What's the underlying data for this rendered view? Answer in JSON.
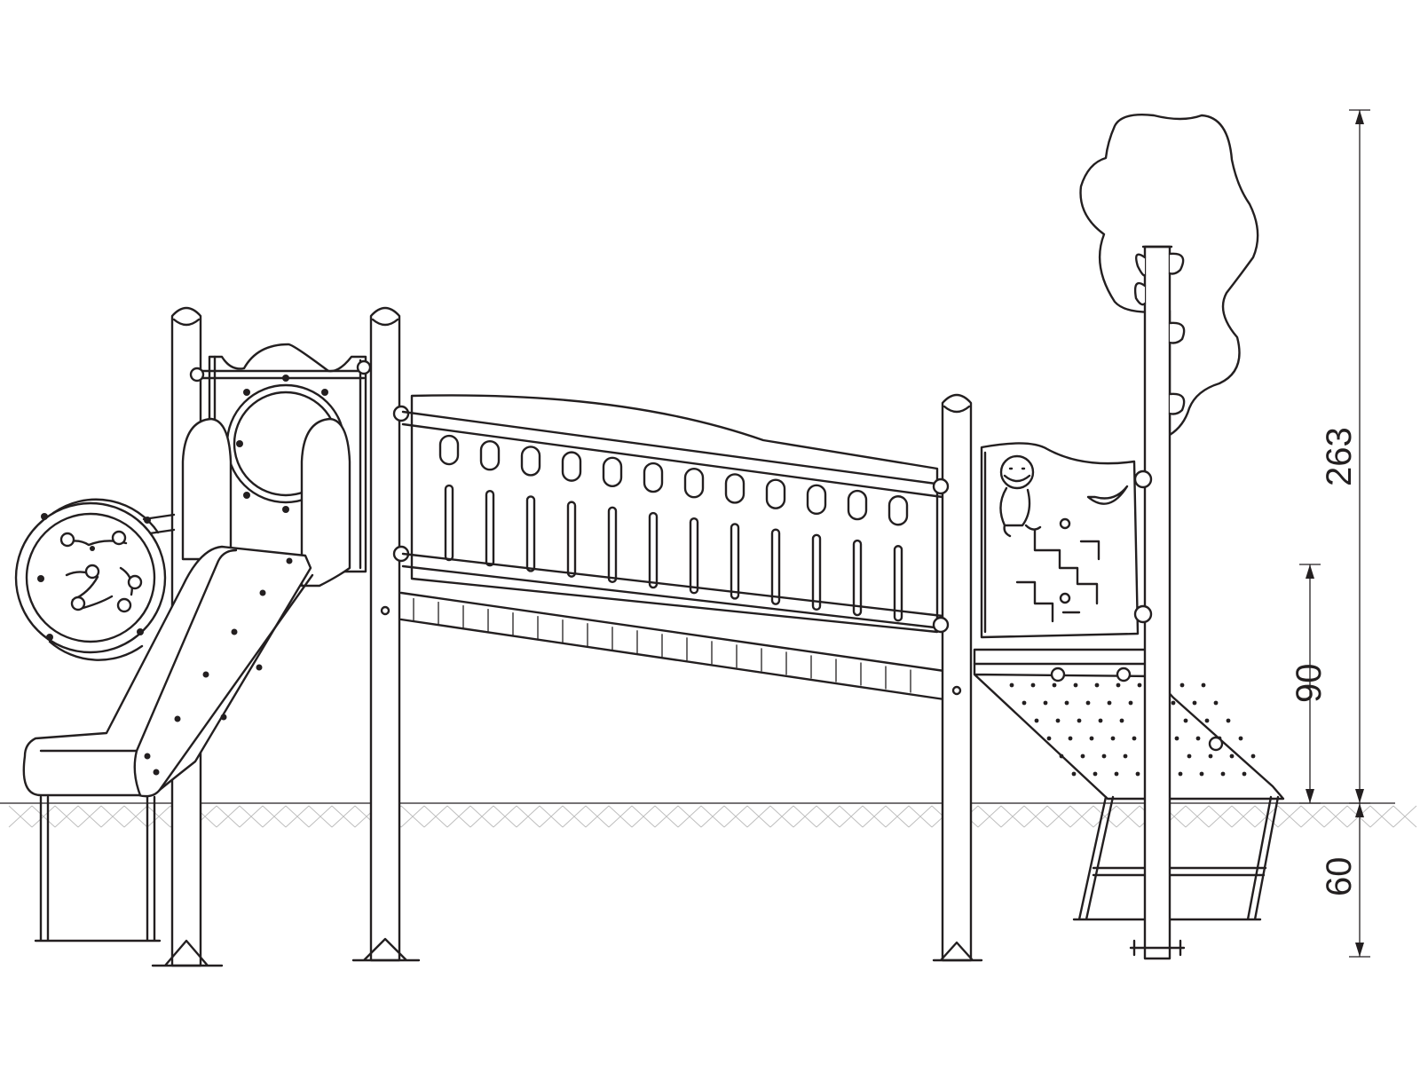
{
  "drawing": {
    "line_color": "#231f20",
    "background": "#ffffff",
    "ground_hatch_color": "#bdbdbd"
  },
  "dimensions": {
    "total_height": "263",
    "platform_height": "90",
    "foundation_depth": "60"
  }
}
